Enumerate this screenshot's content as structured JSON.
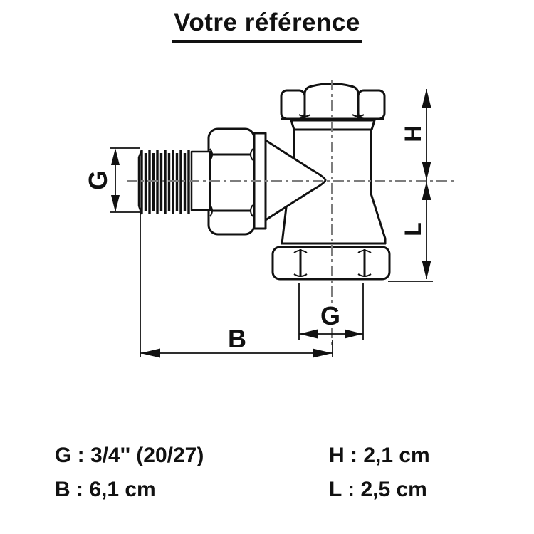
{
  "title": "Votre référence",
  "diagram": {
    "dimension_labels": {
      "g_left": "G",
      "h": "H",
      "l": "L",
      "g_bottom": "G",
      "b": "B"
    }
  },
  "specs": {
    "left": [
      "G : 3/4'' (20/27)",
      "B : 6,1 cm"
    ],
    "right": [
      "H : 2,1 cm",
      "L : 2,5 cm"
    ]
  },
  "colors": {
    "line": "#111111",
    "centerline": "#7d7d7d",
    "background": "#ffffff"
  }
}
